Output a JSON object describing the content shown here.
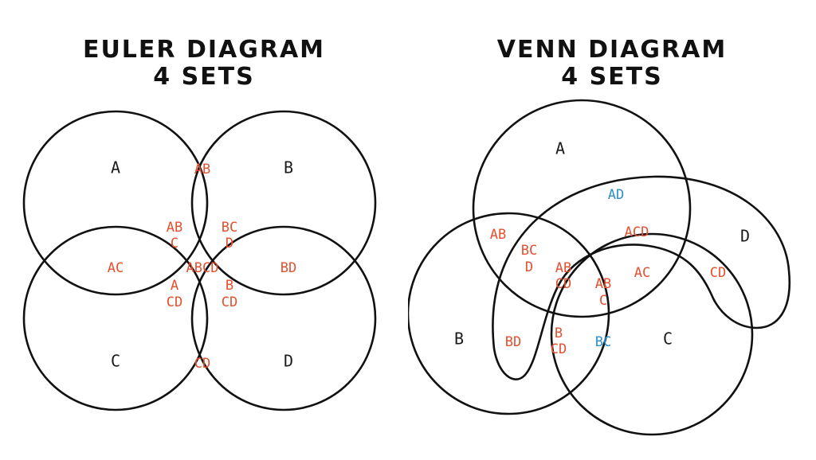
{
  "colors": {
    "outline": "#111111",
    "intersection_label": "#e5502e",
    "highlight_label": "#2a8fcf",
    "set_label": "#1a1a1a"
  },
  "euler": {
    "title_line1": "EULER DIAGRAM",
    "title_line2": "4 SETS",
    "set_labels": {
      "a": "A",
      "b": "B",
      "c": "C",
      "d": "D"
    },
    "regions": {
      "ab": "AB",
      "ac": "AC",
      "bd": "BD",
      "cd": "CD",
      "abc_1": "AB",
      "abc_2": "C",
      "bcd_1": "BC",
      "bcd_2": "D",
      "acd_1": "A",
      "acd_2": "CD",
      "bcd2_1": "B",
      "bcd2_2": "CD",
      "abcd": "ABCD"
    }
  },
  "venn": {
    "title_line1": "VENN DIAGRAM",
    "title_line2": "4 SETS",
    "set_labels": {
      "a": "A",
      "b": "B",
      "c": "C",
      "d": "D"
    },
    "regions": {
      "ad": "AD",
      "acd": "ACD",
      "ac": "AC",
      "cd": "CD",
      "ab": "AB",
      "bcd_a_1": "BC",
      "bcd_a_2": "D",
      "abcd_1": "AB",
      "abcd_2": "CD",
      "abc_1": "AB",
      "abc_2": "C",
      "bd": "BD",
      "bcd_1": "B",
      "bcd_2": "CD",
      "bc": "BC"
    }
  }
}
